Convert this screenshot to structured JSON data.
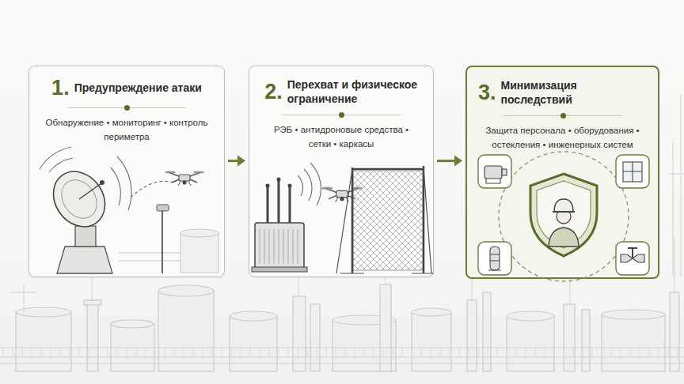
{
  "diagram": {
    "nodes": [
      {
        "text": [
          "1.",
          "Предупреждение атаки",
          "Обнаружение • мониторинг • контроль периметра"
        ]
      },
      {
        "text": [
          "2.",
          "Перехват и физическое ограничение",
          "РЭБ • антидроновые средства • сетки • каркасы"
        ]
      },
      {
        "text": [
          "3.",
          "Минимизация последствий",
          "Защита персонала • оборудования • остекления • инженерных систем"
        ]
      }
    ],
    "edges": [
      {
        "from": 0,
        "to": 1,
        "arrow": "to"
      },
      {
        "from": 1,
        "to": 2,
        "arrow": "to"
      }
    ]
  }
}
